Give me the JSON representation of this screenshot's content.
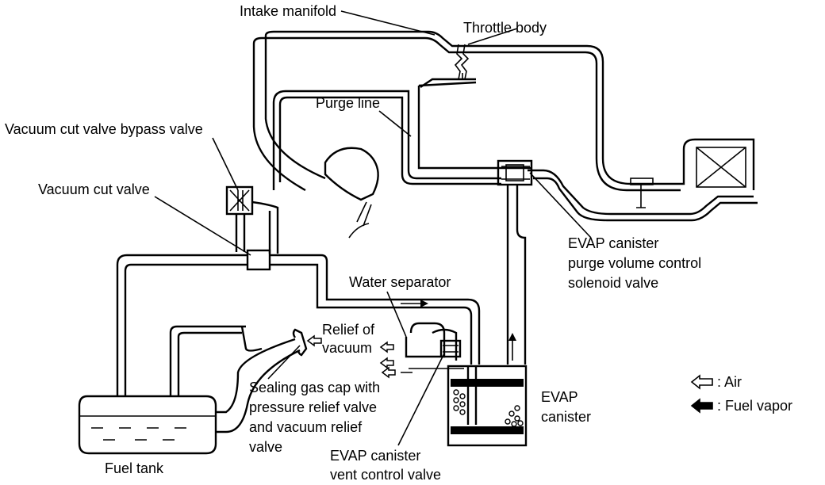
{
  "labels": {
    "intake_manifold": "Intake manifold",
    "throttle_body": "Throttle body",
    "purge_line": "Purge line",
    "vacuum_cut_bypass": "Vacuum cut valve bypass valve",
    "vacuum_cut_valve": "Vacuum cut valve",
    "evap_purge_1": "EVAP canister",
    "evap_purge_2": "purge volume control",
    "evap_purge_3": "solenoid valve",
    "water_separator": "Water separator",
    "relief_1": "Relief of",
    "relief_2": "vacuum",
    "gas_cap_1": "Sealing gas cap with",
    "gas_cap_2": "pressure relief valve",
    "gas_cap_3": "and vacuum relief",
    "gas_cap_4": "valve",
    "fuel_tank": "Fuel tank",
    "vent_1": "EVAP canister",
    "vent_2": "vent control valve",
    "canister_1": "EVAP",
    "canister_2": "canister"
  },
  "legend": {
    "air": ": Air",
    "fuel_vapor": ": Fuel vapor"
  }
}
